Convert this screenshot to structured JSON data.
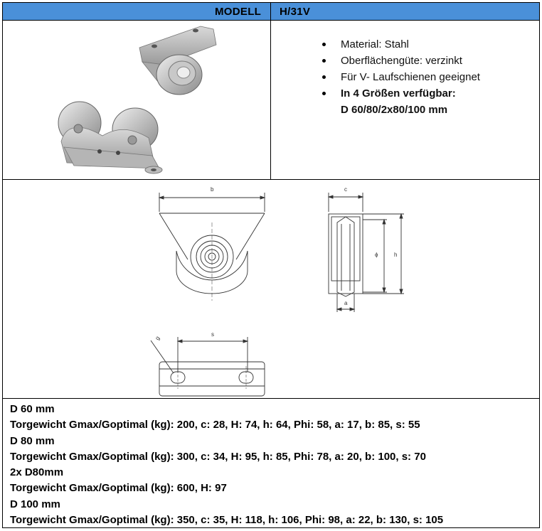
{
  "header": {
    "col1": "MODELL",
    "col2": "H/31V"
  },
  "features": [
    "Material: Stahl",
    "Oberflächengüte: verzinkt",
    "Für V- Laufschienen geeignet"
  ],
  "features_bold": [
    "In 4 Größen verfügbar:",
    "D 60/80/2x80/100 mm"
  ],
  "drawing_labels": {
    "b": "b",
    "c": "c",
    "phi": "ϕ",
    "h": "h",
    "a": "a",
    "s": "s",
    "g": "g"
  },
  "specs": [
    "D 60 mm",
    "Torgewicht Gmax/Goptimal (kg): 200, c: 28, H: 74, h: 64, Phi: 58, a: 17, b: 85, s: 55",
    "D 80 mm",
    "Torgewicht Gmax/Goptimal (kg): 300, c: 34, H: 95, h: 85, Phi: 78, a: 20, b: 100, s: 70",
    "2x D80mm",
    "Torgewicht Gmax/Goptimal (kg): 600, H: 97",
    "D 100 mm",
    "Torgewicht Gmax/Goptimal (kg): 350, c: 35, H: 118, h: 106, Phi: 98, a: 22, b: 130, s: 105"
  ]
}
